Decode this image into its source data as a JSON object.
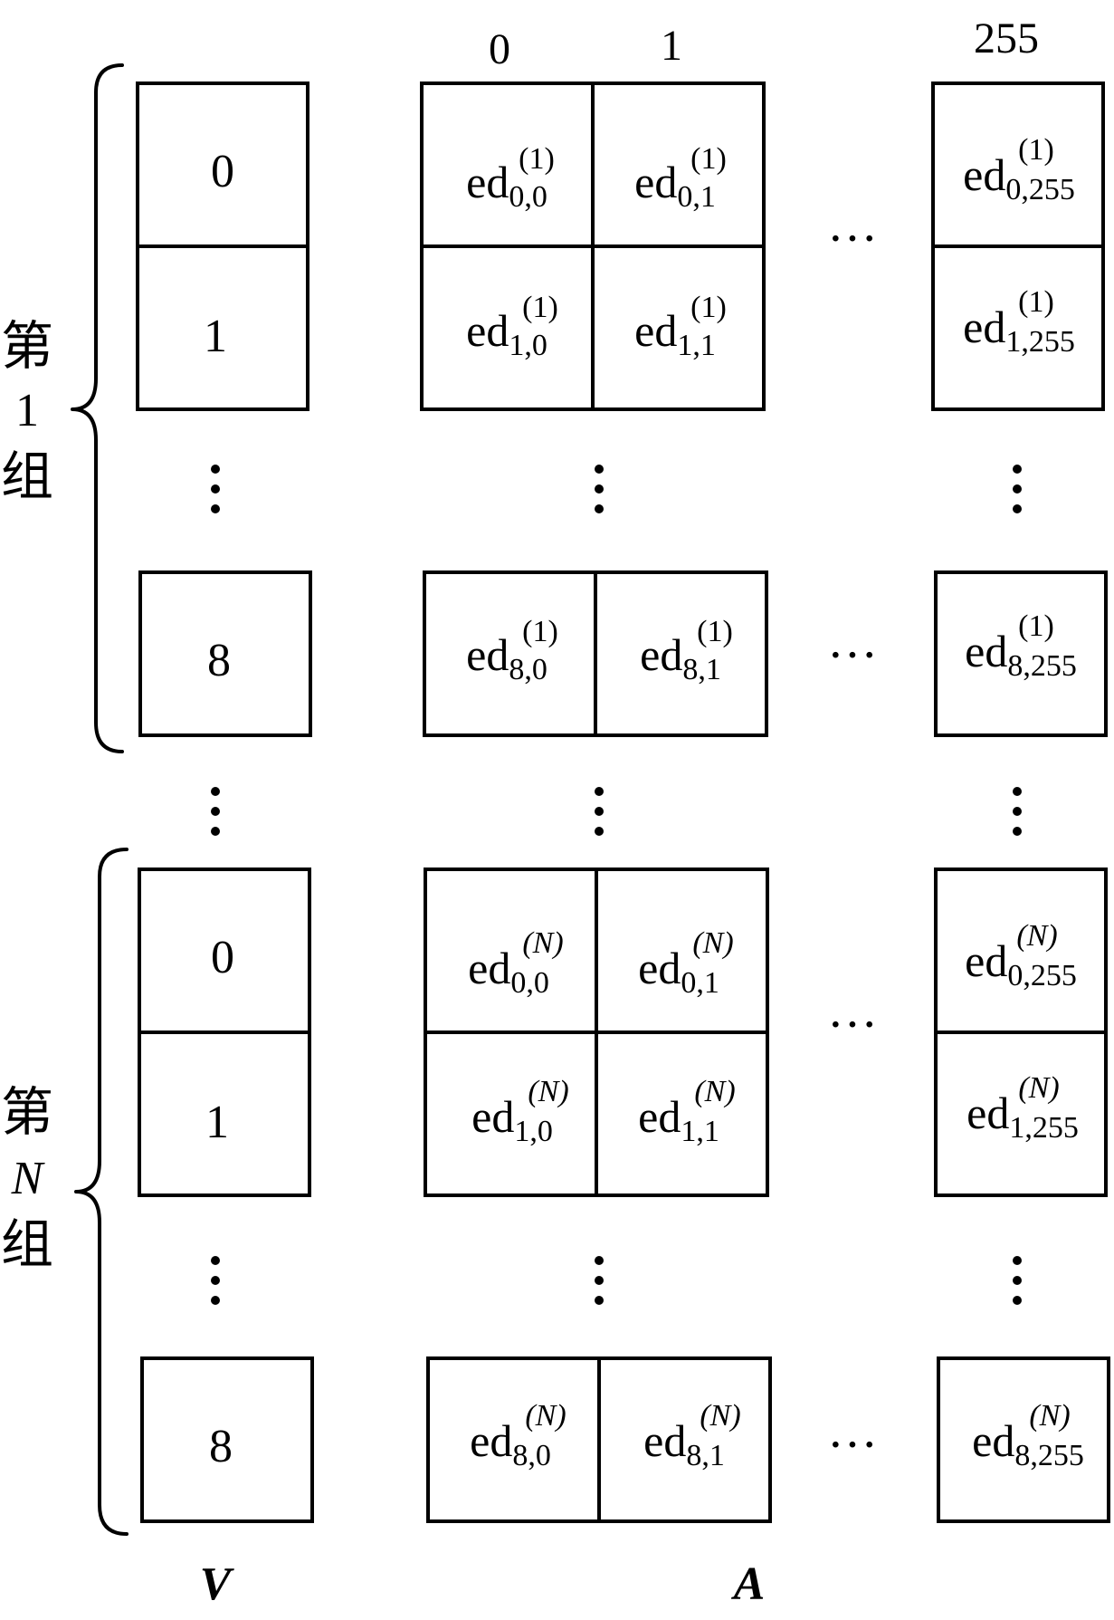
{
  "column_headers": [
    "0",
    "1",
    "255"
  ],
  "groups": [
    {
      "label_top": "第",
      "label_mid": "1",
      "label_bottom": "组",
      "v_rows": [
        "0",
        "1",
        "8"
      ],
      "superscript": "(1)",
      "row_indices": [
        "0",
        "1",
        "8"
      ],
      "col_indices": [
        "0",
        "1",
        "255"
      ]
    },
    {
      "label_top": "第",
      "label_mid": "N",
      "label_bottom": "组",
      "v_rows": [
        "0",
        "1",
        "8"
      ],
      "superscript": "(N)",
      "row_indices": [
        "0",
        "1",
        "8"
      ],
      "col_indices": [
        "0",
        "1",
        "255"
      ]
    }
  ],
  "cell_symbol": "ed",
  "ellipsis_h": "···",
  "bottom_labels": {
    "v": "V",
    "a": "A"
  }
}
